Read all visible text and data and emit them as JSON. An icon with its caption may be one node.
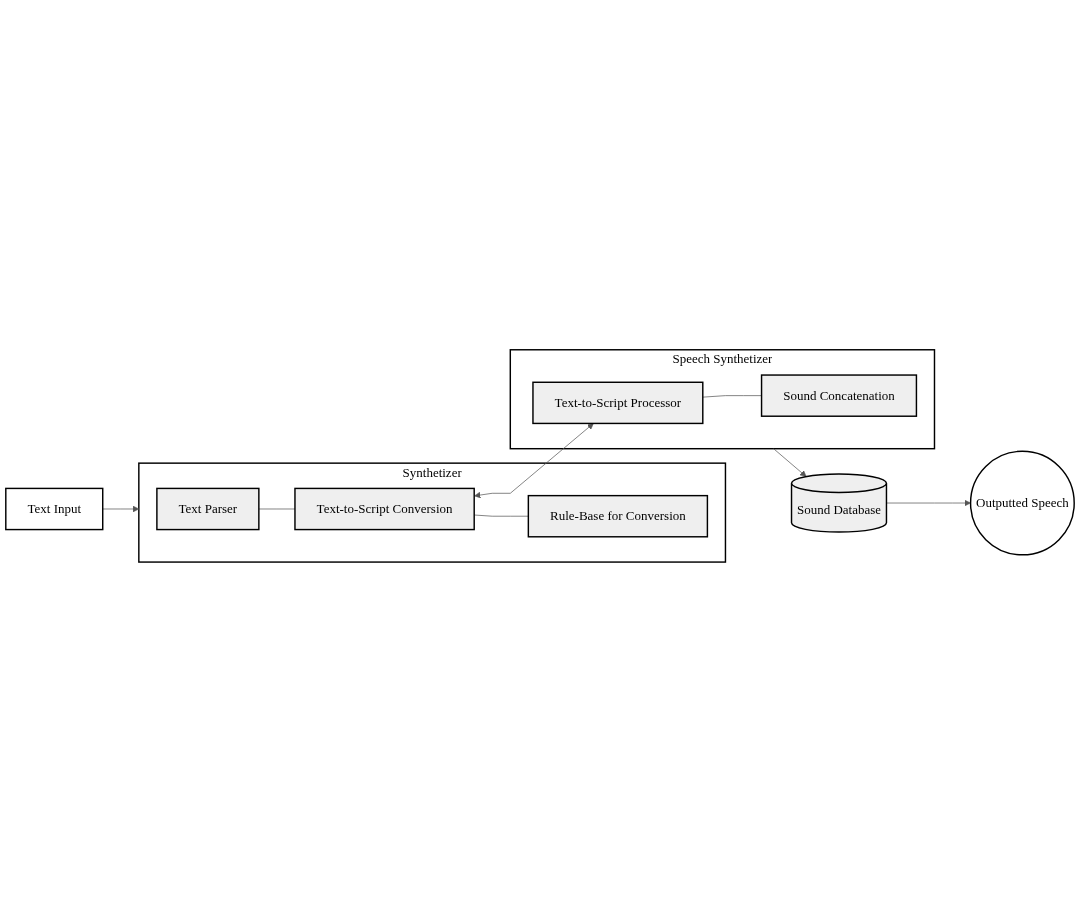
{
  "diagram": {
    "nodes": [
      {
        "text": [
          "Text Input"
        ]
      },
      {
        "text": [
          "Synthetizer"
        ]
      },
      {
        "text": [
          "Text Parser"
        ],
        "in": 1
      },
      {
        "text": [
          "Text-to-Script Conversion"
        ],
        "in": 1
      },
      {
        "text": [
          "Rule-Base for Conversion"
        ],
        "in": 1
      },
      {
        "text": [
          "Speech Synthetizer"
        ]
      },
      {
        "text": [
          "Text-to-Script Processor"
        ],
        "in": 5
      },
      {
        "text": [
          "Sound Concatenation"
        ],
        "in": 5
      },
      {
        "text": [
          "Outputted Speech"
        ]
      },
      {
        "text": [
          "Sound Database"
        ]
      }
    ],
    "edges": [
      {
        "from": 0,
        "to": 1,
        "arrow": "to"
      },
      {
        "from": 2,
        "to": 3,
        "arrow": "none"
      },
      {
        "from": 3,
        "to": 4,
        "arrow": "none"
      },
      {
        "from": 3,
        "to": 6,
        "arrow": "both"
      },
      {
        "from": 6,
        "to": 7,
        "arrow": "none"
      },
      {
        "from": 5,
        "to": 9,
        "arrow": "to"
      },
      {
        "from": 9,
        "to": 8,
        "arrow": "to"
      }
    ]
  }
}
